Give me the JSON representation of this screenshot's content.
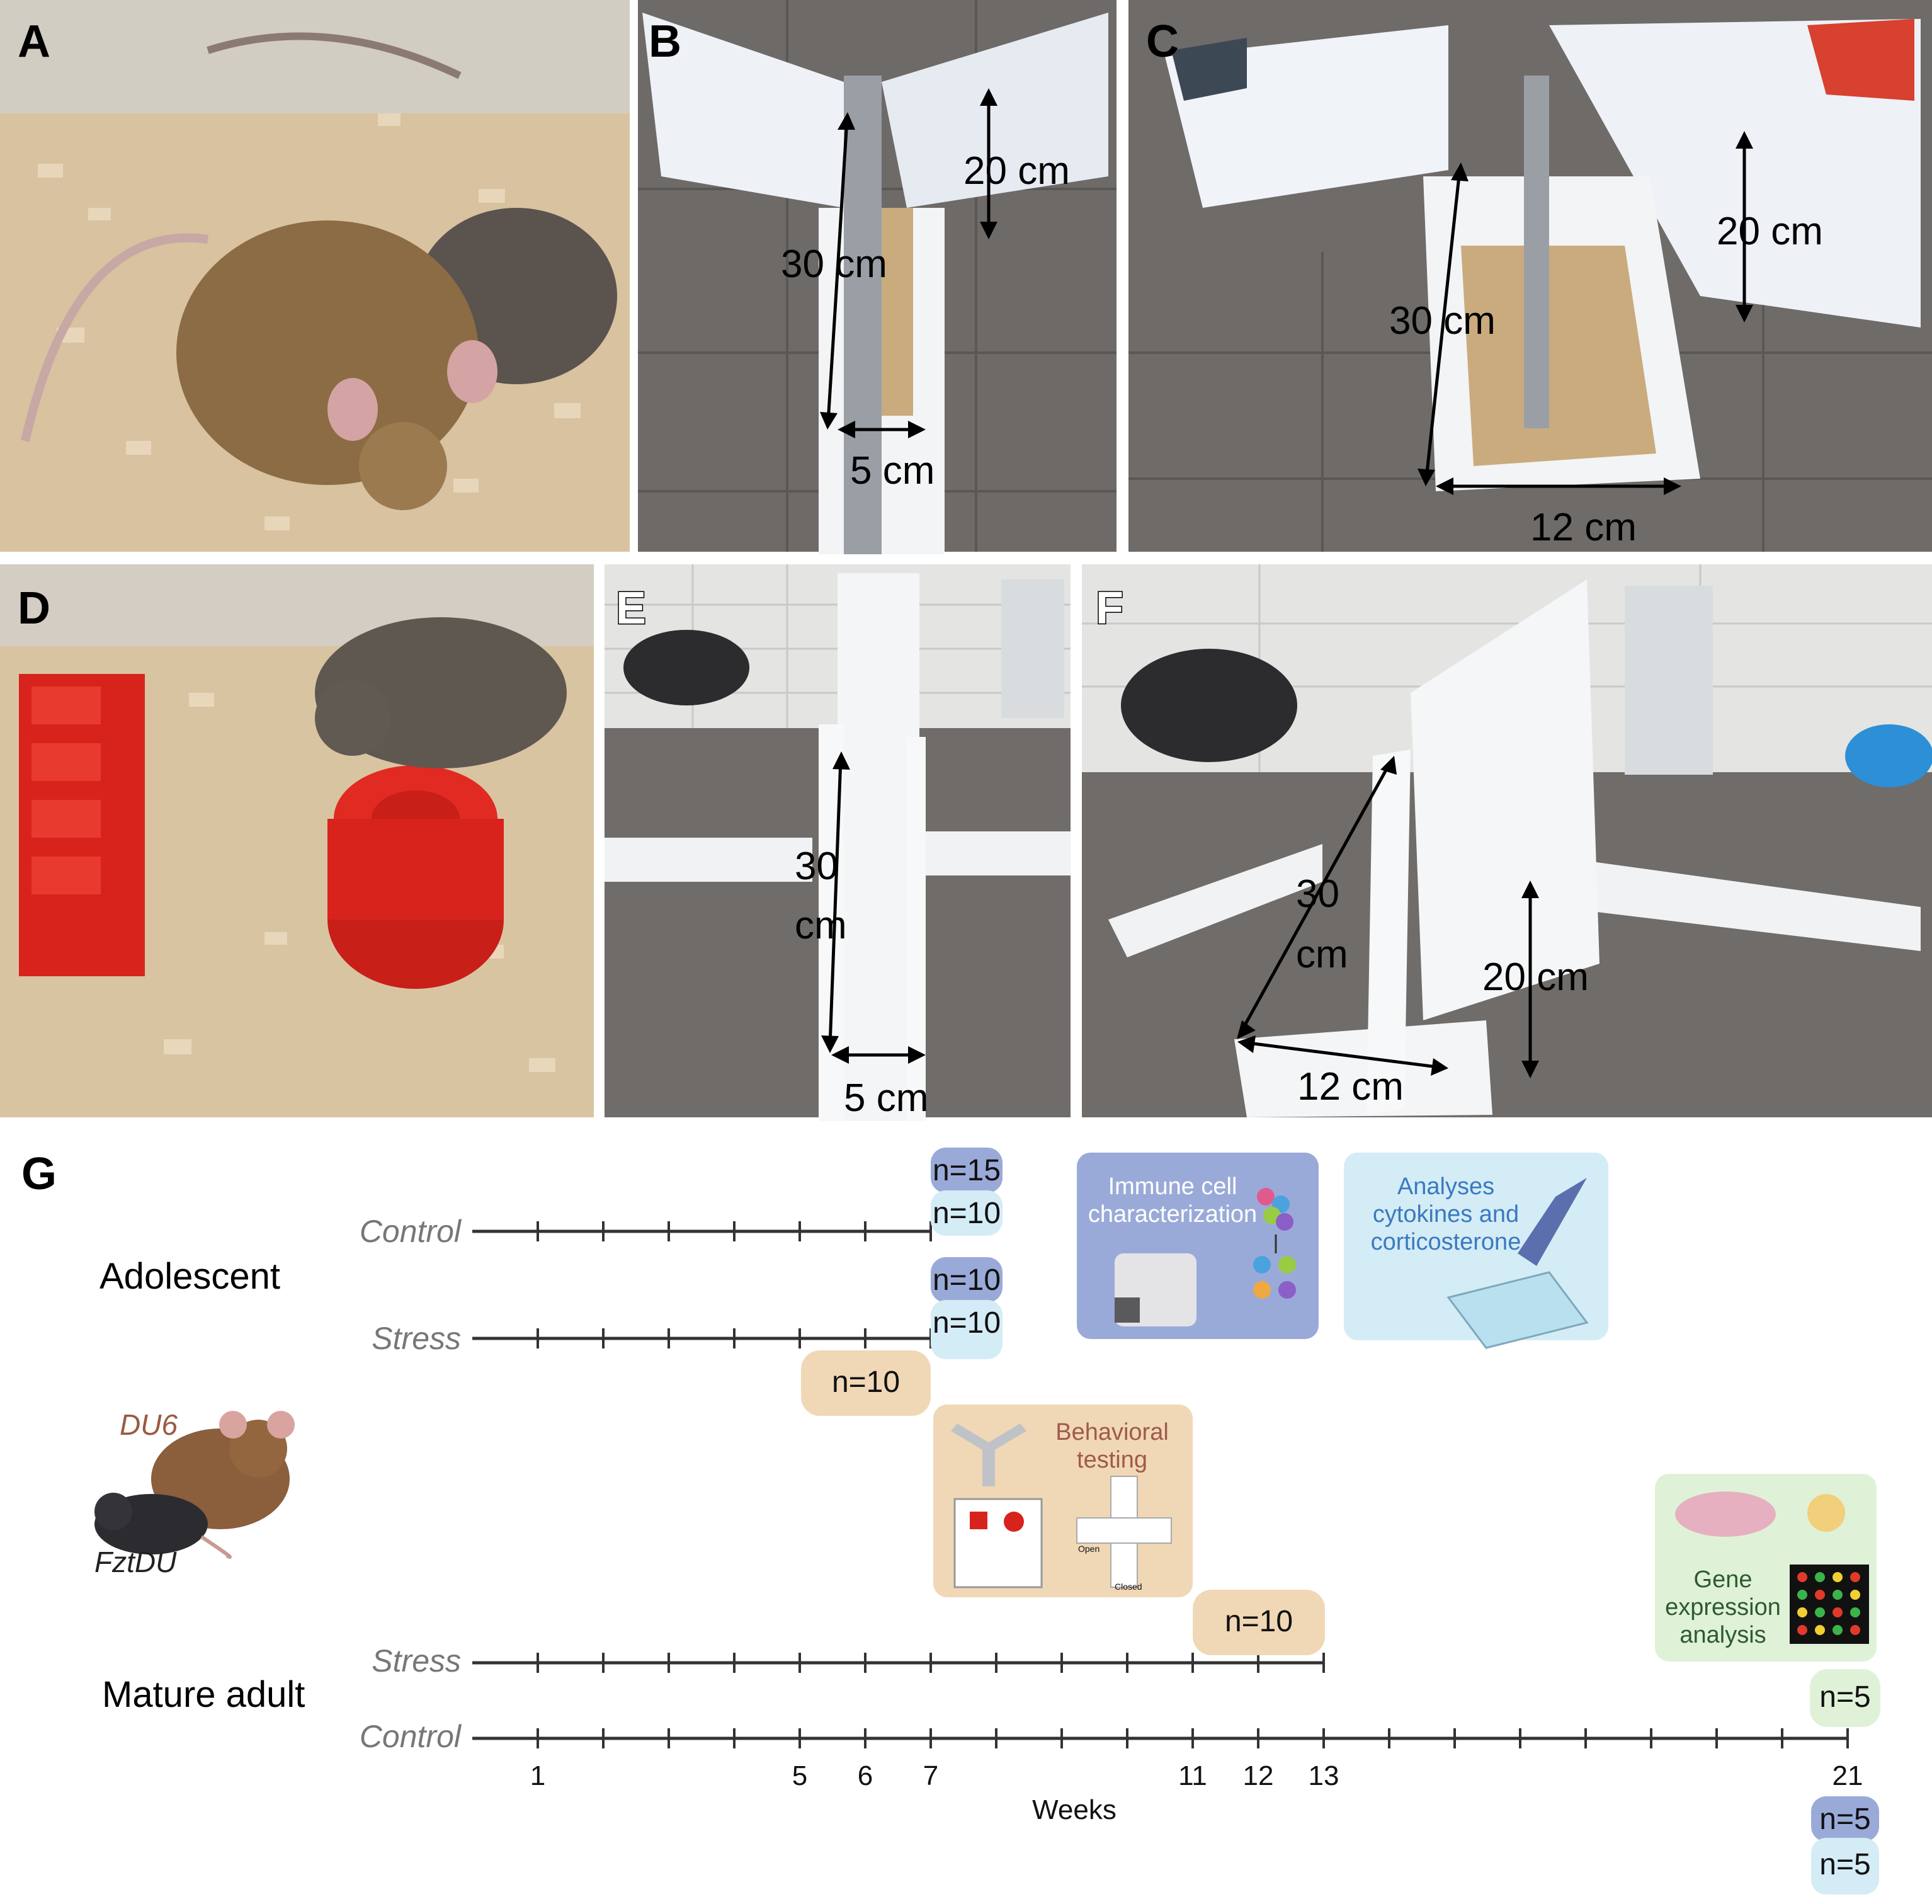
{
  "panels": {
    "a": {
      "letter": "A"
    },
    "b": {
      "letter": "B",
      "dims": [
        "20 cm",
        "30 cm",
        "5 cm"
      ]
    },
    "c": {
      "letter": "C",
      "dims": [
        "20 cm",
        "30 cm",
        "12 cm"
      ]
    },
    "d": {
      "letter": "D"
    },
    "e": {
      "letter": "E",
      "dims": [
        "30",
        "cm",
        "5 cm"
      ]
    },
    "f": {
      "letter": "F",
      "dims": [
        "30",
        "cm",
        "20 cm",
        "12 cm"
      ]
    },
    "g": {
      "letter": "G"
    }
  },
  "timeline": {
    "groups": [
      "Adolescent",
      "Mature adult"
    ],
    "conditions": {
      "control": "Control",
      "stress": "Stress"
    },
    "tick_labels": [
      "1",
      "5",
      "6",
      "7",
      "11",
      "12",
      "13",
      "21"
    ],
    "axis_label": "Weeks",
    "n_labels": {
      "adol_control_top": "n=15",
      "adol_control_bottom": "n=10",
      "adol_stress_top": "n=10",
      "adol_stress_bottom": "n=10",
      "adol_stress_behav": "n=10",
      "adult_stress_behav": "n=10",
      "adult_control_gene": "n=5",
      "final_top": "n=5",
      "final_bottom": "n=5"
    },
    "boxes": {
      "immune": [
        "Immune cell",
        "characterization"
      ],
      "cytokines": [
        "Analyses",
        "cytokines and",
        "corticosterone"
      ],
      "behavior": [
        "Behavioral",
        "testing"
      ],
      "behavior_small": [
        "Open",
        "Closed"
      ],
      "gene": [
        "Gene",
        "expression",
        "analysis"
      ]
    },
    "strains": [
      "DU6",
      "FztDU"
    ],
    "colors": {
      "blue_box": "#9aaad8",
      "lightblue_box": "#d4ecf6",
      "tan_box": "#f0d8b6",
      "green_box": "#dff2d8"
    }
  }
}
